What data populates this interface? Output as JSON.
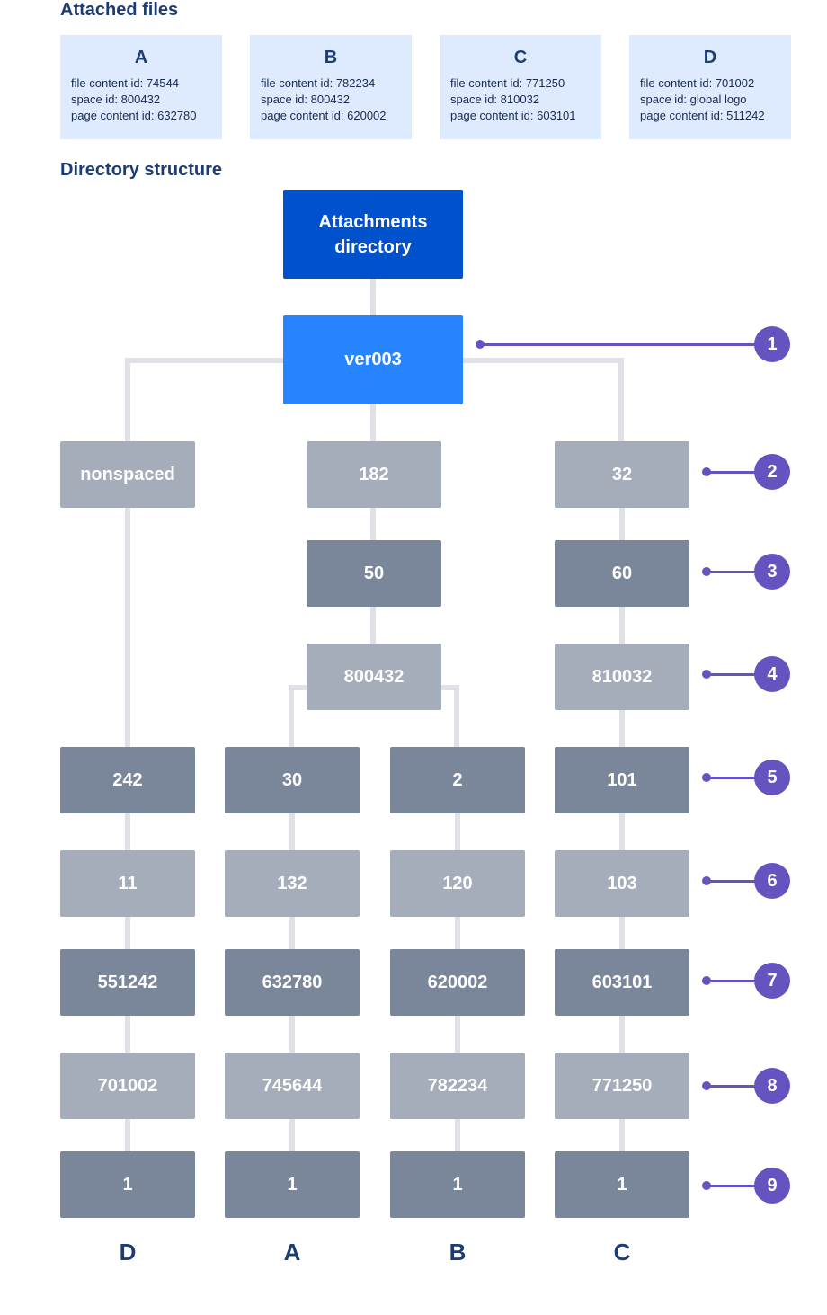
{
  "attached_files": {
    "heading": "Attached files",
    "cards": [
      {
        "letter": "A",
        "lines": [
          "file content id: 74544",
          "space id: 800432",
          "page content id: 632780"
        ]
      },
      {
        "letter": "B",
        "lines": [
          "file content id: 782234",
          "space id: 800432",
          "page content id: 620002"
        ]
      },
      {
        "letter": "C",
        "lines": [
          "file content id: 771250",
          "space id: 810032",
          "page content id: 603101"
        ]
      },
      {
        "letter": "D",
        "lines": [
          "file content id: 701002",
          "space id: global logo",
          "page content id: 511242"
        ]
      }
    ]
  },
  "directory": {
    "heading": "Directory structure",
    "root": "Attachments directory",
    "version": "ver003",
    "level2": {
      "nonspaced": "nonspaced",
      "mid": "182",
      "right": "32"
    },
    "level3": {
      "mid": "50",
      "right": "60"
    },
    "level4": {
      "mid": "800432",
      "right": "810032"
    },
    "columns": [
      {
        "label": "D",
        "nodes": [
          "242",
          "11",
          "551242",
          "701002",
          "1"
        ]
      },
      {
        "label": "A",
        "nodes": [
          "30",
          "132",
          "632780",
          "745644",
          "1"
        ]
      },
      {
        "label": "B",
        "nodes": [
          "2",
          "120",
          "620002",
          "782234",
          "1"
        ]
      },
      {
        "label": "C",
        "nodes": [
          "101",
          "103",
          "603101",
          "771250",
          "1"
        ]
      }
    ],
    "callouts": [
      "1",
      "2",
      "3",
      "4",
      "5",
      "6",
      "7",
      "8",
      "9"
    ]
  },
  "colors": {
    "root": "#0052cc",
    "version": "#2684ff",
    "light_node": "#a5adba",
    "dark_node": "#7a869a",
    "card_bg": "#deebff",
    "callout": "#6554c0",
    "connector": "#dfe1e6",
    "heading": "#1c3d73"
  }
}
